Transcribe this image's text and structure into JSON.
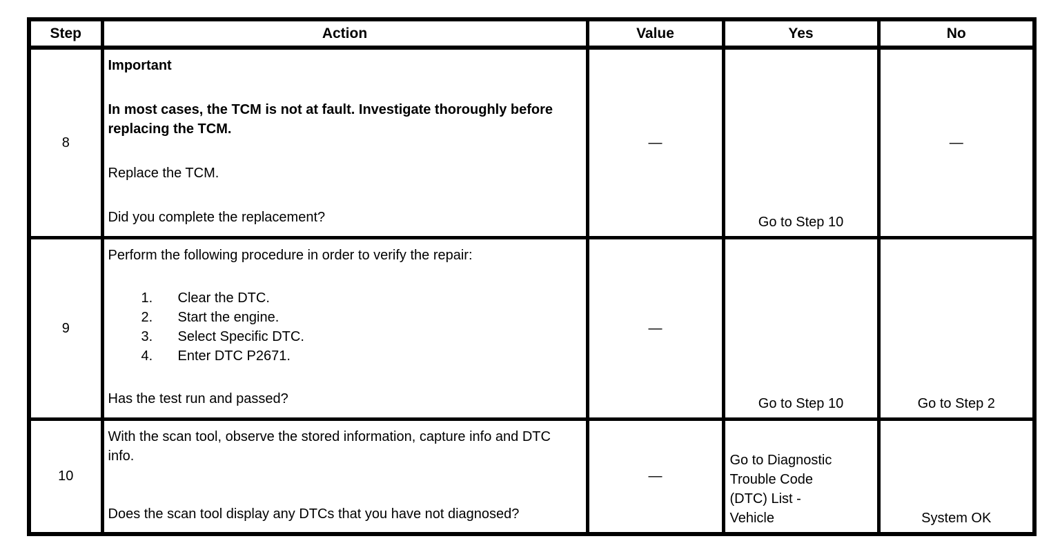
{
  "columns": {
    "step": "Step",
    "action": "Action",
    "value": "Value",
    "yes": "Yes",
    "no": "No"
  },
  "rows": {
    "row8": {
      "step": "8",
      "important_heading": "Important",
      "important_note": "In most cases, the TCM is not at fault. Investigate thoroughly before replacing the TCM.",
      "instruction": "Replace the TCM.",
      "question": "Did you complete the replacement?",
      "value": "—",
      "yes": "Go to Step 10",
      "no": "—"
    },
    "row9": {
      "step": "9",
      "intro": "Perform the following procedure in order to verify the repair:",
      "items": [
        {
          "num": "1.",
          "text": "Clear the DTC."
        },
        {
          "num": "2.",
          "text": "Start the engine."
        },
        {
          "num": "3.",
          "text": "Select Specific DTC."
        },
        {
          "num": "4.",
          "text": "Enter DTC P2671."
        }
      ],
      "question": "Has the test run and passed?",
      "value": "—",
      "yes": "Go to Step 10",
      "no": "Go to Step 2"
    },
    "row10": {
      "step": "10",
      "instruction": "With the scan tool, observe the stored information, capture info and DTC info.",
      "question": "Does the scan tool display any DTCs that you have not diagnosed?",
      "value": "—",
      "yes": "Go to Diagnostic Trouble Code (DTC) List - Vehicle",
      "no": "System OK"
    }
  }
}
